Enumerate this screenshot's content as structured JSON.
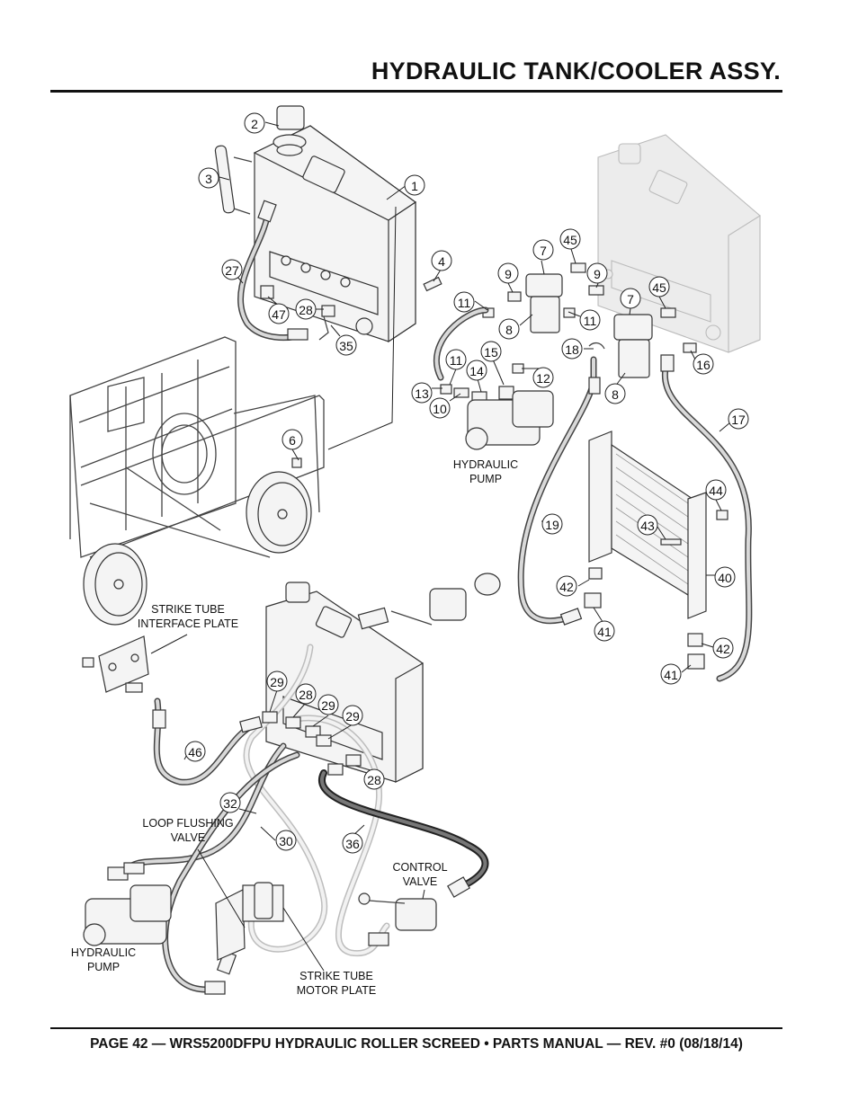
{
  "header": {
    "title": "HYDRAULIC TANK/COOLER ASSY."
  },
  "footer": {
    "text": "PAGE 42 — WRS5200DFPU HYDRAULIC ROLLER SCREED • PARTS MANUAL  — REV. #0 (08/18/14)"
  },
  "labels": {
    "hydraulic_pump_top": [
      "HYDRAULIC",
      "PUMP"
    ],
    "strike_tube_interface_plate": [
      "STRIKE TUBE",
      "INTERFACE PLATE"
    ],
    "loop_flushing_valve": [
      "LOOP FLUSHING",
      "VALVE"
    ],
    "control_valve": [
      "CONTROL",
      "VALVE"
    ],
    "hydraulic_pump_bottom": [
      "HYDRAULIC",
      "PUMP"
    ],
    "strike_tube_motor_plate": [
      "STRIKE TUBE",
      "MOTOR PLATE"
    ]
  },
  "callouts": [
    "2",
    "3",
    "1",
    "4",
    "27",
    "47",
    "28",
    "35",
    "6",
    "11",
    "9",
    "7",
    "45",
    "9",
    "7",
    "45",
    "8",
    "11",
    "12",
    "18",
    "15",
    "11",
    "14",
    "13",
    "10",
    "8",
    "16",
    "17",
    "44",
    "43",
    "19",
    "40",
    "42",
    "41",
    "42",
    "41",
    "29",
    "28",
    "29",
    "29",
    "46",
    "28",
    "32",
    "30",
    "36"
  ],
  "colors": {
    "ink": "#111111",
    "hose_light": "#bdbdbd",
    "hose_dark": "#222222"
  }
}
